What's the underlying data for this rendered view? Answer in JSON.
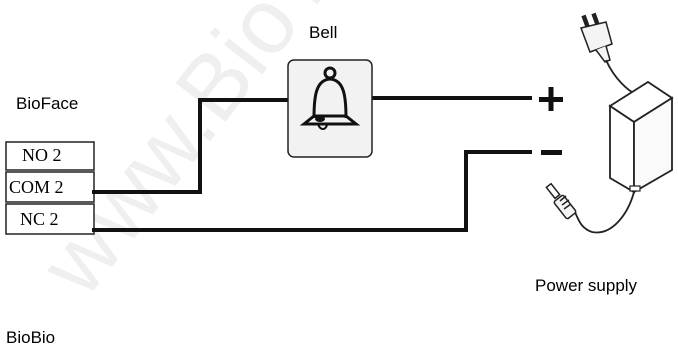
{
  "labels": {
    "bell": "Bell",
    "device": "BioFace",
    "power_supply": "Power supply",
    "footer": "BioBio",
    "plus": "+",
    "minus": "-"
  },
  "terminals": [
    "NO 2",
    "COM 2",
    "NC 2"
  ],
  "watermark": "www.BioTrack",
  "icons": [
    "bell-icon",
    "power-adapter-icon",
    "plug-icon",
    "dc-connector-icon"
  ],
  "colors": {
    "wire": "#111111",
    "bell_box_fill": "#f2f2f2",
    "outline": "#222222"
  }
}
